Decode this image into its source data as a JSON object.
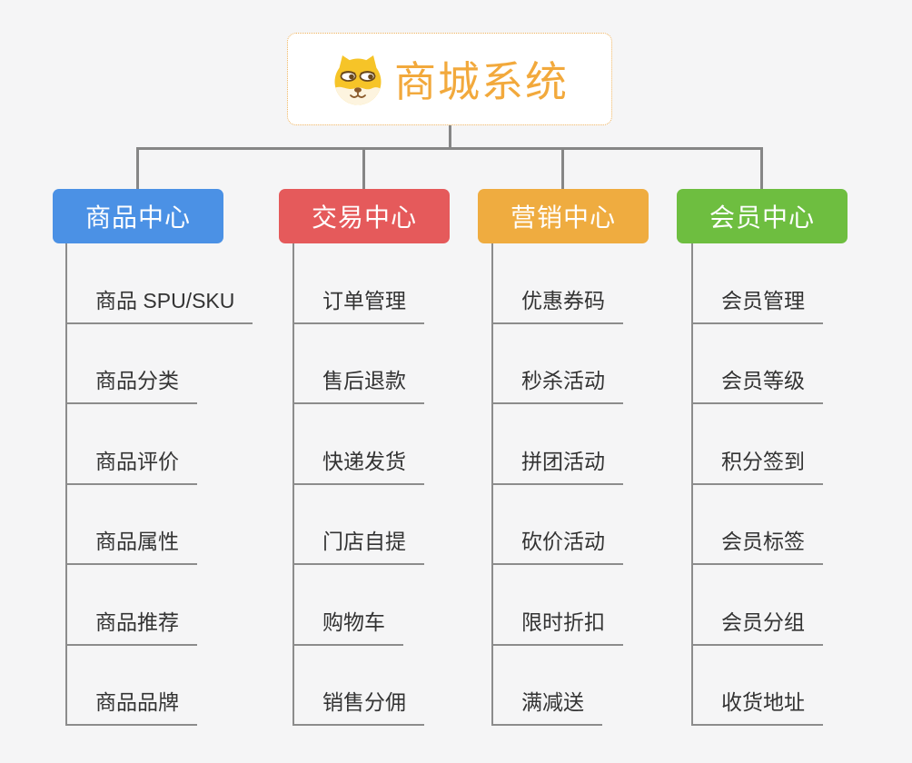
{
  "diagram": {
    "type": "mindmap-org-chart",
    "background_color": "#f5f5f6",
    "connector_color": "#868686"
  },
  "root": {
    "title": "商城系统",
    "icon": "dog-face-icon",
    "text_color": "#f2a93c",
    "border_color": "#eeb25c"
  },
  "branches": [
    {
      "label": "商品中心",
      "color": "#4b91e5",
      "children": [
        "商品 SPU/SKU",
        "商品分类",
        "商品评价",
        "商品属性",
        "商品推荐",
        "商品品牌"
      ]
    },
    {
      "label": "交易中心",
      "color": "#e55a5b",
      "children": [
        "订单管理",
        "售后退款",
        "快递发货",
        "门店自提",
        "购物车",
        "销售分佣"
      ]
    },
    {
      "label": "营销中心",
      "color": "#efac40",
      "children": [
        "优惠券码",
        "秒杀活动",
        "拼团活动",
        "砍价活动",
        "限时折扣",
        "满减送"
      ]
    },
    {
      "label": "会员中心",
      "color": "#6ebe40",
      "children": [
        "会员管理",
        "会员等级",
        "积分签到",
        "会员标签",
        "会员分组",
        "收货地址"
      ]
    }
  ]
}
